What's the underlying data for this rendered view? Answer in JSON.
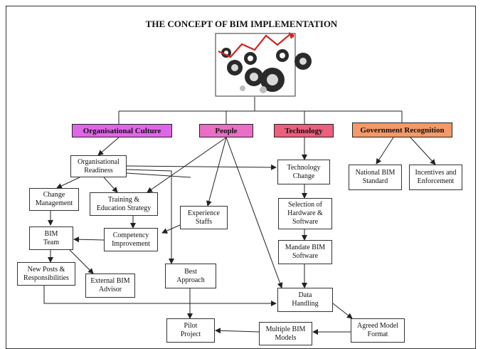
{
  "title": "THE CONCEPT OF BIM IMPLEMENTATION",
  "colors": {
    "organisational_culture": "#e066e8",
    "people": "#ea6ec6",
    "technology": "#ec5f7d",
    "government": "#f49968"
  },
  "categories": {
    "organisational_culture": "Organisational Culture",
    "people": "People",
    "technology": "Technology",
    "government": "Government Recognition"
  },
  "nodes": {
    "org_readiness": "Organisational\nReadiness",
    "change_management": "Change\nManagement",
    "training": "Training &\nEducation Strategy",
    "bim_team": "BIM\nTeam",
    "competency": "Competency\nImprovement",
    "new_posts": "New Posts &\nResponsibilities",
    "external_advisor": "External BIM\nAdvisor",
    "experience_staffs": "Experience\nStaffs",
    "best_approach": "Best\nApproach",
    "pilot_project": "Pilot\nProject",
    "tech_change": "Technology\nChange",
    "selection": "Selection of\nHardware &\nSoftware",
    "mandate": "Mandate BIM\nSoftware",
    "data_handling": "Data\nHandling",
    "agreed_model": "Agreed Model\nFormat",
    "multiple_bim": "Multiple BIM\nModels",
    "national_standard": "National BIM\nStandard",
    "incentives": "Incentives and\nEnforcement"
  },
  "image": {
    "icon": "gears-with-people-and-rising-arrow-icon"
  }
}
